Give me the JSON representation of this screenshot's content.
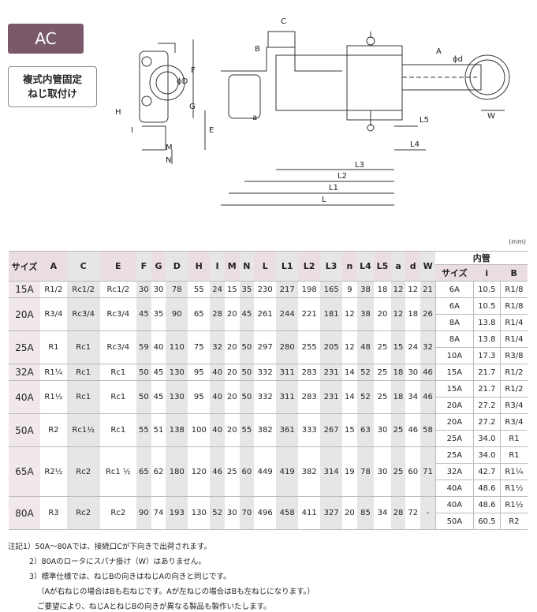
{
  "header": {
    "badge": "AC",
    "subtitle_line1": "複式内管固定",
    "subtitle_line2": "ねじ取付け"
  },
  "drawing_labels": {
    "C": "C",
    "B": "B",
    "A": "A",
    "phi_d": "ϕd",
    "phi_D": "ϕD",
    "F": "F",
    "H": "H",
    "I": "I",
    "G": "G",
    "E": "E",
    "a": "a",
    "M": "M",
    "N": "N",
    "L5": "L5",
    "L4": "L4",
    "L3": "L3",
    "L2": "L2",
    "L1": "L1",
    "L": "L",
    "W": "W"
  },
  "unit": "(mm)",
  "table": {
    "headers": [
      "サイズ",
      "A",
      "C",
      "E",
      "F",
      "G",
      "D",
      "H",
      "I",
      "M",
      "N",
      "L",
      "L1",
      "L2",
      "L3",
      "n",
      "L4",
      "L5",
      "a",
      "d",
      "W"
    ],
    "inner_pipe_header": "内管",
    "inner_sub_headers": [
      "サイズ",
      "i",
      "B"
    ],
    "rows": [
      {
        "size": "15A",
        "vals": [
          "R1/2",
          "Rc1/2",
          "Rc1/2",
          "30",
          "30",
          "78",
          "55",
          "24",
          "15",
          "35",
          "230",
          "217",
          "198",
          "165",
          "9",
          "38",
          "18",
          "12",
          "12",
          "21"
        ],
        "inner": [
          [
            "6A",
            "10.5",
            "R1/8"
          ]
        ]
      },
      {
        "size": "20A",
        "vals": [
          "R3/4",
          "Rc3/4",
          "Rc3/4",
          "45",
          "35",
          "90",
          "65",
          "28",
          "20",
          "45",
          "261",
          "244",
          "221",
          "181",
          "12",
          "38",
          "20",
          "12",
          "18",
          "26"
        ],
        "inner": [
          [
            "6A",
            "10.5",
            "R1/8"
          ],
          [
            "8A",
            "13.8",
            "R1/4"
          ]
        ]
      },
      {
        "size": "25A",
        "vals": [
          "R1",
          "Rc1",
          "Rc3/4",
          "59",
          "40",
          "110",
          "75",
          "32",
          "20",
          "50",
          "297",
          "280",
          "255",
          "205",
          "12",
          "48",
          "25",
          "15",
          "24",
          "32"
        ],
        "inner": [
          [
            "8A",
            "13.8",
            "R1/4"
          ],
          [
            "10A",
            "17.3",
            "R3/8"
          ]
        ]
      },
      {
        "size": "32A",
        "vals": [
          "R1¼",
          "Rc1",
          "Rc1",
          "50",
          "45",
          "130",
          "95",
          "40",
          "20",
          "50",
          "332",
          "311",
          "283",
          "231",
          "14",
          "52",
          "25",
          "18",
          "30",
          "46"
        ],
        "inner": [
          [
            "15A",
            "21.7",
            "R1/2"
          ]
        ]
      },
      {
        "size": "40A",
        "vals": [
          "R1½",
          "Rc1",
          "Rc1",
          "50",
          "45",
          "130",
          "95",
          "40",
          "20",
          "50",
          "332",
          "311",
          "283",
          "231",
          "14",
          "52",
          "25",
          "18",
          "34",
          "46"
        ],
        "inner": [
          [
            "15A",
            "21.7",
            "R1/2"
          ],
          [
            "20A",
            "27.2",
            "R3/4"
          ]
        ]
      },
      {
        "size": "50A",
        "vals": [
          "R2",
          "Rc1½",
          "Rc1",
          "55",
          "51",
          "138",
          "100",
          "40",
          "20",
          "55",
          "382",
          "361",
          "333",
          "267",
          "15",
          "63",
          "30",
          "25",
          "46",
          "58"
        ],
        "inner": [
          [
            "20A",
            "27.2",
            "R3/4"
          ],
          [
            "25A",
            "34.0",
            "R1"
          ]
        ]
      },
      {
        "size": "65A",
        "vals": [
          "R2½",
          "Rc2",
          "Rc1 ½",
          "65",
          "62",
          "180",
          "120",
          "46",
          "25",
          "60",
          "449",
          "419",
          "382",
          "314",
          "19",
          "78",
          "30",
          "25",
          "60",
          "71"
        ],
        "inner": [
          [
            "25A",
            "34.0",
            "R1"
          ],
          [
            "32A",
            "42.7",
            "R1¼"
          ],
          [
            "40A",
            "48.6",
            "R1½"
          ]
        ]
      },
      {
        "size": "80A",
        "vals": [
          "R3",
          "Rc2",
          "Rc2",
          "90",
          "74",
          "193",
          "130",
          "52",
          "30",
          "70",
          "496",
          "458",
          "411",
          "327",
          "20",
          "85",
          "34",
          "28",
          "72",
          "-"
        ],
        "inner": [
          [
            "40A",
            "48.6",
            "R1½"
          ],
          [
            "50A",
            "60.5",
            "R2"
          ]
        ]
      }
    ]
  },
  "notes": [
    "注記1）50A～80Aでは、接続口Cが下向きで出荷されます。",
    "2）80Aのロータにスパナ掛け（W）はありません。",
    "3）標準仕様では、ねじBの向きはねじAの向きと同じです。",
    "（Aが右ねじの場合はBも右ねじです。Aが左ねじの場合はBも左ねじになります。）",
    "ご要望により、ねじAとねじBの向きが異なる製品も製作いたします。"
  ]
}
